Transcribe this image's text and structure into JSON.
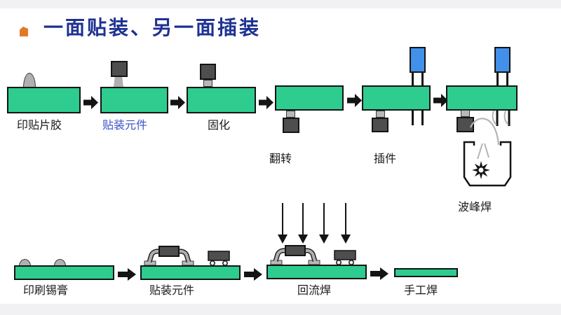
{
  "title": "一面贴装、另一面插装",
  "colors": {
    "title_blue": "#1e3192",
    "bullet_orange": "#e07a28",
    "board_green": "#2ecc8f",
    "highlight_label_blue": "#3a50c8",
    "component_dark_gray": "#4e4e4e",
    "component_light_gray": "#b8b8b8",
    "through_hole_blue": "#4191ea",
    "arrow_black": "#141414"
  },
  "top_row": {
    "steps": [
      {
        "label": "印贴片胶"
      },
      {
        "label": "贴装元件"
      },
      {
        "label": "固化"
      },
      {
        "label": "翻转"
      },
      {
        "label": "插件"
      },
      {
        "label": "波峰焊"
      }
    ]
  },
  "bottom_row": {
    "steps": [
      {
        "label": "印刷锡膏"
      },
      {
        "label": "贴装元件"
      },
      {
        "label": "回流焊"
      },
      {
        "label": "手工焊"
      }
    ]
  }
}
